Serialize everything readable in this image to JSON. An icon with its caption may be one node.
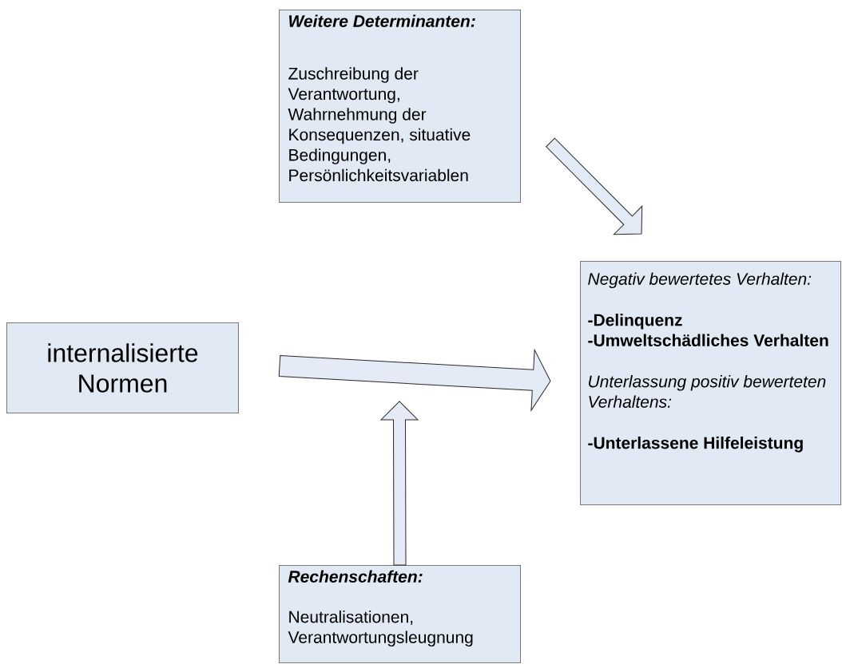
{
  "diagram": {
    "nodes": [
      {
        "text": [
          "internalisierte Normen"
        ]
      },
      {
        "text": [
          "Weitere Determinanten:",
          "Zuschreibung der Verantwortung, Wahrnehmung der Konsequenzen, situative Bedingungen, Persönlichkeitsvariablen"
        ]
      },
      {
        "text": [
          "Negativ bewertetes Verhalten:",
          "-Delinquenz",
          "-Umweltschädliches Verhalten",
          "Unterlassung positiv bewerteten Verhaltens:",
          "-Unterlassene Hilfeleistung"
        ]
      },
      {
        "text": [
          "Rechenschaften:",
          "Neutralisationen, Verantwortungsleugnung"
        ]
      }
    ],
    "edges": [
      {
        "from": 0,
        "to": 2,
        "arrow": "to"
      },
      {
        "from": 1,
        "to": 2,
        "arrow": "to"
      },
      {
        "from": 3,
        "to": null,
        "arrow": "to"
      }
    ]
  }
}
